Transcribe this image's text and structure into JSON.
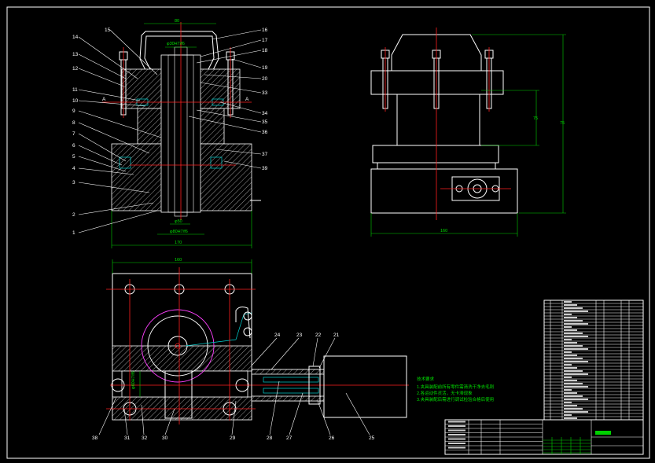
{
  "colors": {
    "background": "#000000",
    "outline": "#ffffff",
    "centerline": "#ff2020",
    "dimension": "#00d000",
    "notes": "#00e000",
    "arc": "#ff40ff",
    "accent": "#00d0d0"
  },
  "section_label": "A",
  "dims_front": {
    "top": "80",
    "bore": "φ30H7/f6",
    "bottom1": "φ50",
    "bottom2": "φ80H7/f6",
    "width": "170"
  },
  "dims_side": {
    "height": "75",
    "total_height": "75",
    "width": "160"
  },
  "dims_plan": {
    "width": "160",
    "height_left": "φ60H7/f6"
  },
  "balloons_left": [
    "14",
    "13",
    "12",
    "11",
    "10",
    "9",
    "8",
    "7",
    "6",
    "5",
    "4",
    "3",
    "2",
    "1"
  ],
  "balloons_top": [
    "15"
  ],
  "balloons_right": [
    "16",
    "17",
    "18",
    "19",
    "20",
    "33",
    "34",
    "35",
    "36",
    "37",
    "39"
  ],
  "balloons_plan_top": [
    "24",
    "23",
    "22",
    "21"
  ],
  "balloons_plan_bottom": [
    "38",
    "31",
    "32",
    "30",
    "29",
    "28",
    "27",
    "26",
    "25"
  ],
  "notes": {
    "title": "技术要求",
    "lines": [
      "1.夹具装配前所有零件需清洗干净去毛刺",
      "2.各运动件灵活，无卡滞现象",
      "3.夹具装配后需进行调试检验合格后使用"
    ]
  }
}
